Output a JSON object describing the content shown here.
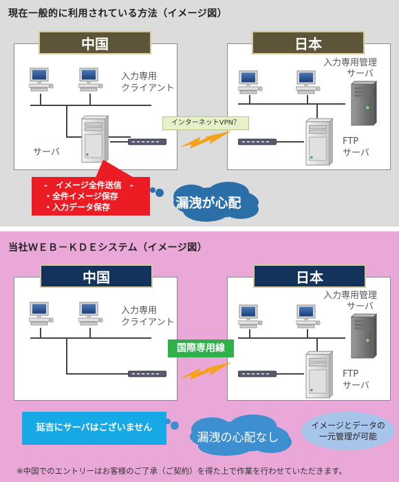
{
  "top": {
    "heading": "現在一般的に利用されている方法（イメージ図）",
    "china_label": "中国",
    "japan_label": "日本",
    "client_label_1": "入力専用",
    "client_label_2": "クライアント",
    "server_label": "サーバ",
    "admin_label_1": "入力専用管理",
    "admin_label_2": "サーバ",
    "ftp_label_1": "FTP",
    "ftp_label_2": "サーバ",
    "vpn_label": "インターネットVPN？",
    "red_line_1": "-　イメージ全件送信　-",
    "red_line_2": "・全件イメージ保存",
    "red_line_3": "・入力データ保存",
    "cloud_text": "漏洩が心配"
  },
  "bottom": {
    "heading": "当社ＷＥＢ－ＫＤＥシステム（イメージ図）",
    "china_label": "中国",
    "japan_label": "日本",
    "client_label_1": "入力専用",
    "client_label_2": "クライアント",
    "admin_label_1": "入力専用管理",
    "admin_label_2": "サーバ",
    "ftp_label_1": "FTP",
    "ftp_label_2": "サーバ",
    "line_label": "国際専用線",
    "blue_text": "延吉にサーバはございません",
    "cloud_text": "漏洩の心配なし",
    "ellipse_line_1": "イメージとデータの",
    "ellipse_line_2": "一元管理が可能",
    "footnote": "※中国でのエントリーはお客様のご了承（ご契約）を得た上で作業を行わせていただきます。"
  },
  "colors": {
    "top_bg": "#dcdcdc",
    "bottom_bg": "#eaa8d9",
    "tag_olive": "#5d5538",
    "tag_navy": "#14335c",
    "red": "#ec1c24",
    "blue": "#17a8e6",
    "green": "#2fb04a",
    "cloud_top": "#2a6fa8",
    "cloud_bottom": "#3d8fd0"
  },
  "icons": [
    "desktop-pc-icon",
    "tower-server-icon",
    "network-hub-icon",
    "lightning-bolt-icon",
    "cloud-shape"
  ]
}
